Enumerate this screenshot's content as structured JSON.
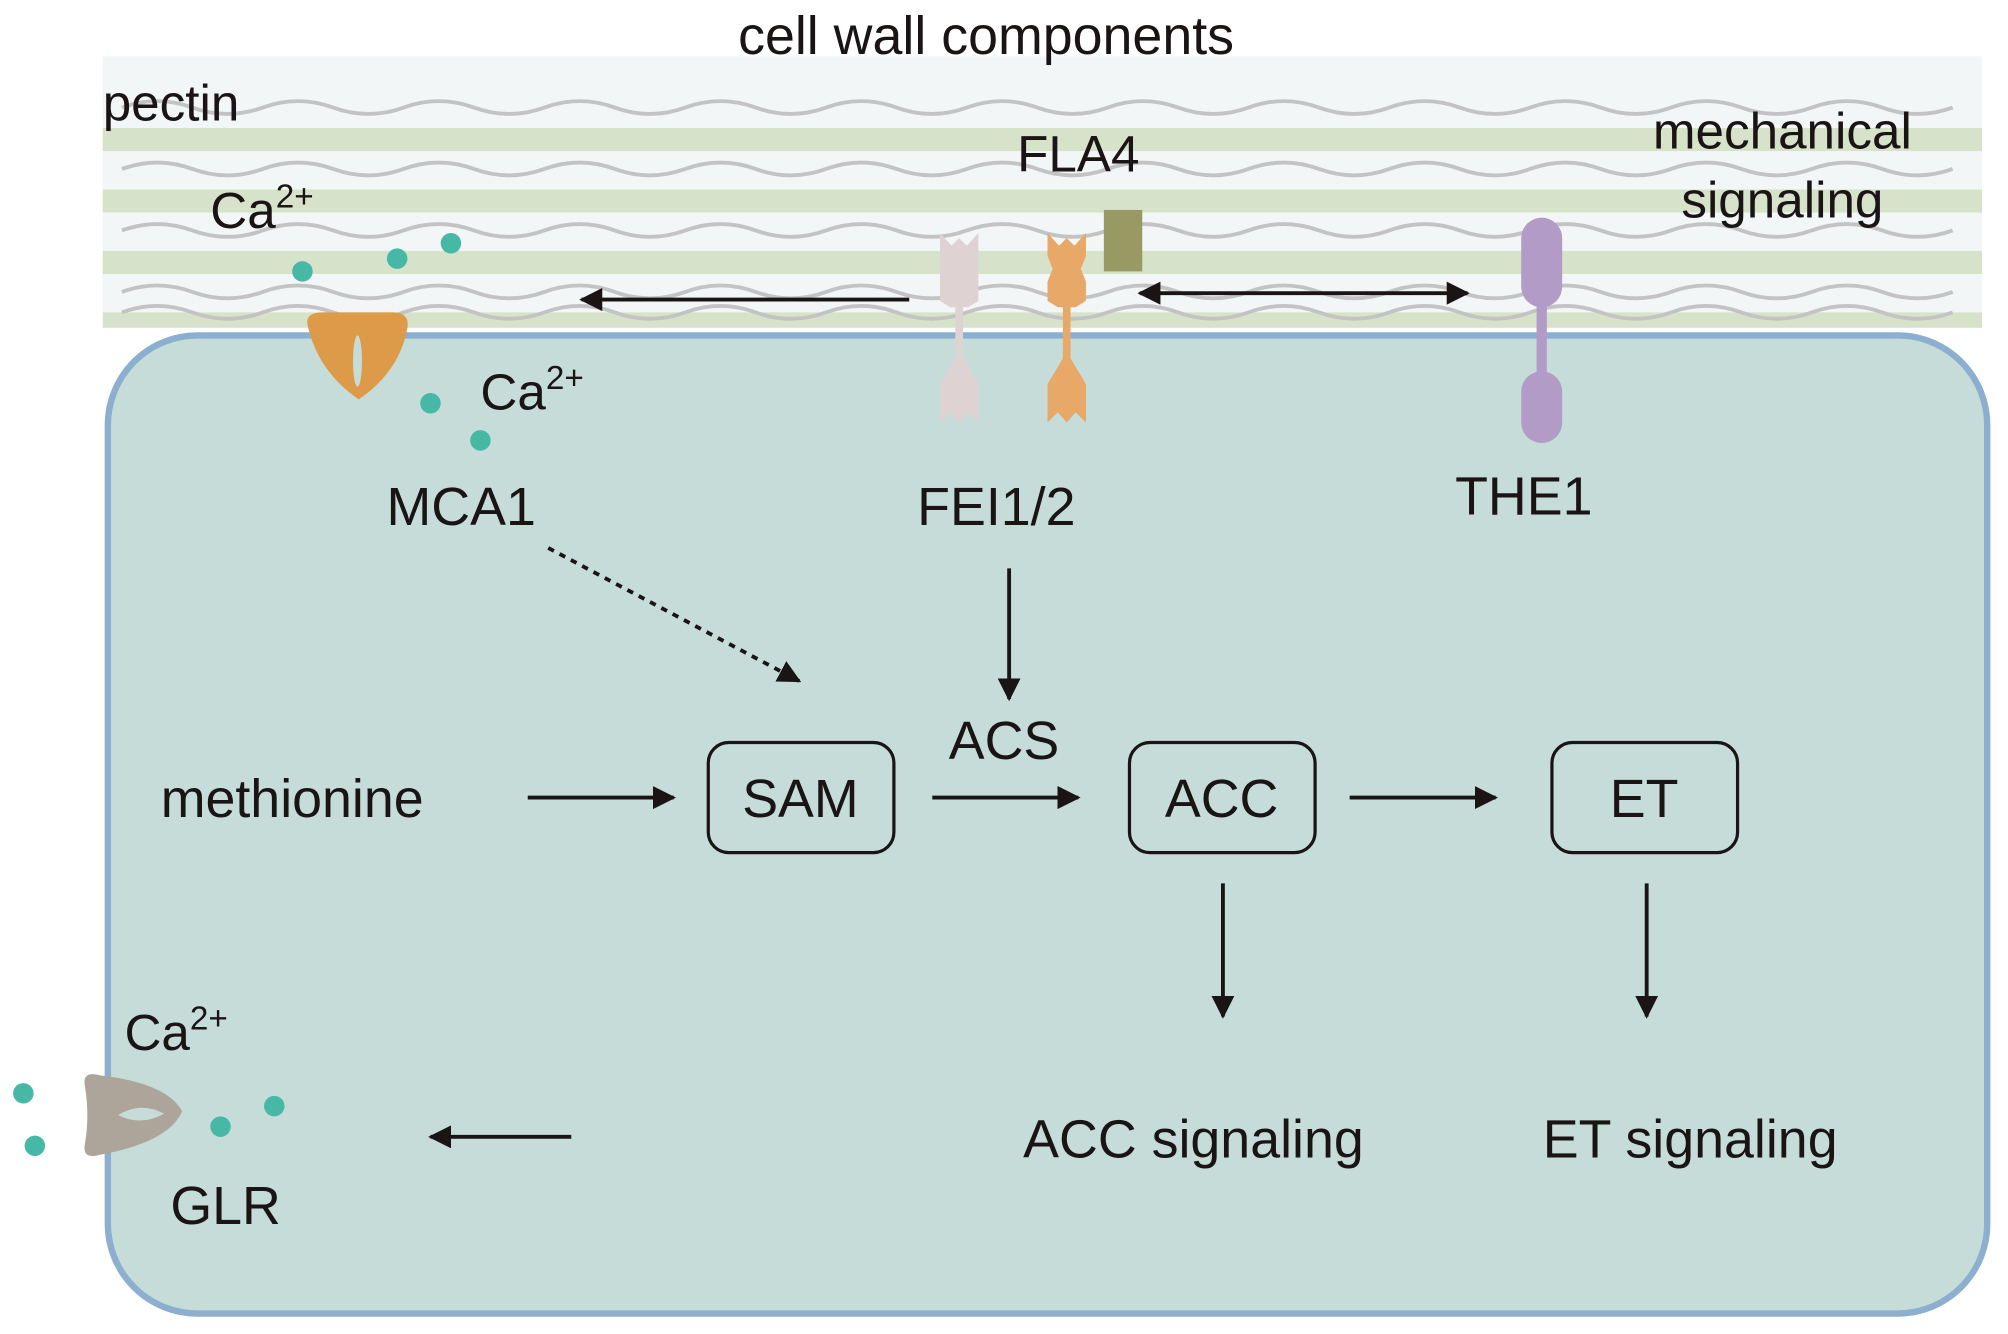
{
  "title": "cell wall components",
  "labels": {
    "pectin": "pectin",
    "mechanical_line1": "mechanical",
    "mechanical_line2": "signaling",
    "fla4": "FLA4",
    "mca1": "MCA1",
    "fei": "FEI1/2",
    "the1": "THE1",
    "glr": "GLR",
    "ca_base": "Ca",
    "ca_charge": "2+",
    "methionine": "methionine",
    "sam": "SAM",
    "acs": "ACS",
    "acc": "ACC",
    "et": "ET",
    "acc_signaling": "ACC signaling",
    "et_signaling": "ET signaling"
  },
  "colors": {
    "cell_fill": "#c5dcd8",
    "cell_border": "#8cafd0",
    "wall_bg": "#f2f6f6",
    "wall_stripe": "#d6e2c9",
    "pectin_wave": "#c3c3c3",
    "mca1": "#dd9a48",
    "fei1": "#dfd2d2",
    "fei2": "#e8a868",
    "fla4": "#999a63",
    "the1": "#b29bc6",
    "glr": "#aea59a",
    "calcium": "#47b8a6"
  }
}
